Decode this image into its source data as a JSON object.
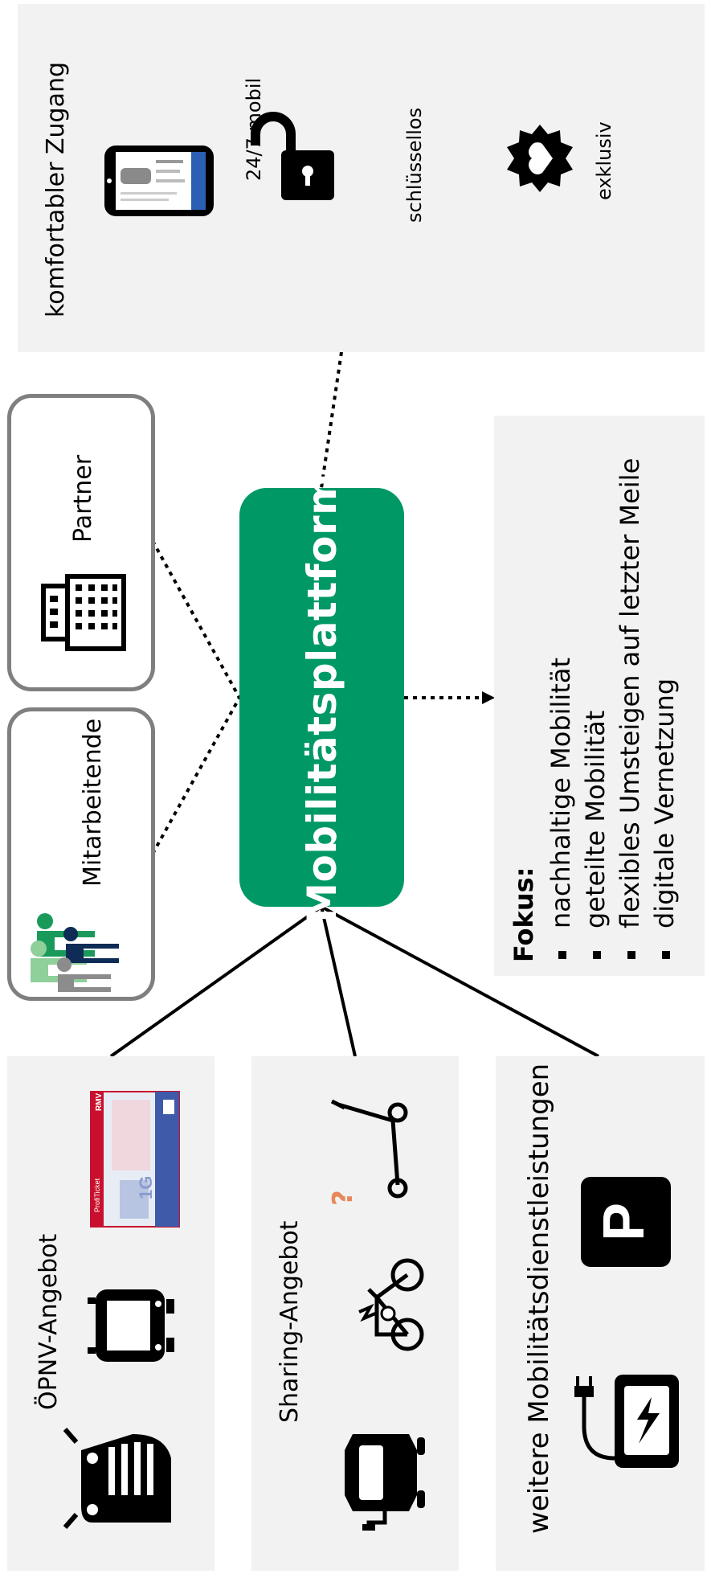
{
  "center": {
    "label": "Mobilitätsplattform",
    "color": "#009966"
  },
  "top_panel": {
    "title": "komfortabler Zugang",
    "items": [
      {
        "icon": "smartphone-app-icon",
        "label": "24/7 mobil"
      },
      {
        "icon": "open-padlock-icon",
        "label": "schlüssellos"
      },
      {
        "icon": "heart-badge-icon",
        "label": "exklusiv"
      }
    ]
  },
  "groups": {
    "partner": {
      "label": "Partner",
      "icon": "office-building-icon"
    },
    "employees": {
      "label": "Mitarbeitende",
      "icon": "people-group-icon"
    }
  },
  "focus": {
    "heading": "Fokus:",
    "items": [
      "nachhaltige Mobilität",
      "geteilte Mobilität",
      "flexibles Umsteigen auf letzter Meile",
      "digitale Vernetzung"
    ]
  },
  "bottom_panels": [
    {
      "title": "ÖPNV-Angebot",
      "icons": [
        "train-icon",
        "bus-icon",
        "transit-ticket-icon"
      ],
      "ticket": {
        "header": "ProfiTicket",
        "badge": "1G",
        "brand": "RMV"
      }
    },
    {
      "title": "Sharing-Angebot",
      "icons": [
        "electric-car-icon",
        "e-bike-icon",
        "e-scooter-icon"
      ],
      "marker": "?"
    },
    {
      "title": "weitere Mobilitätsdienstleistungen",
      "icons": [
        "charging-station-icon",
        "parking-icon"
      ],
      "parking_letter": "P"
    }
  ],
  "colors": {
    "panel": "#f2f2f2",
    "border": "#7f7f7f",
    "accent_orange": "#e8875a",
    "green": "#009966"
  }
}
